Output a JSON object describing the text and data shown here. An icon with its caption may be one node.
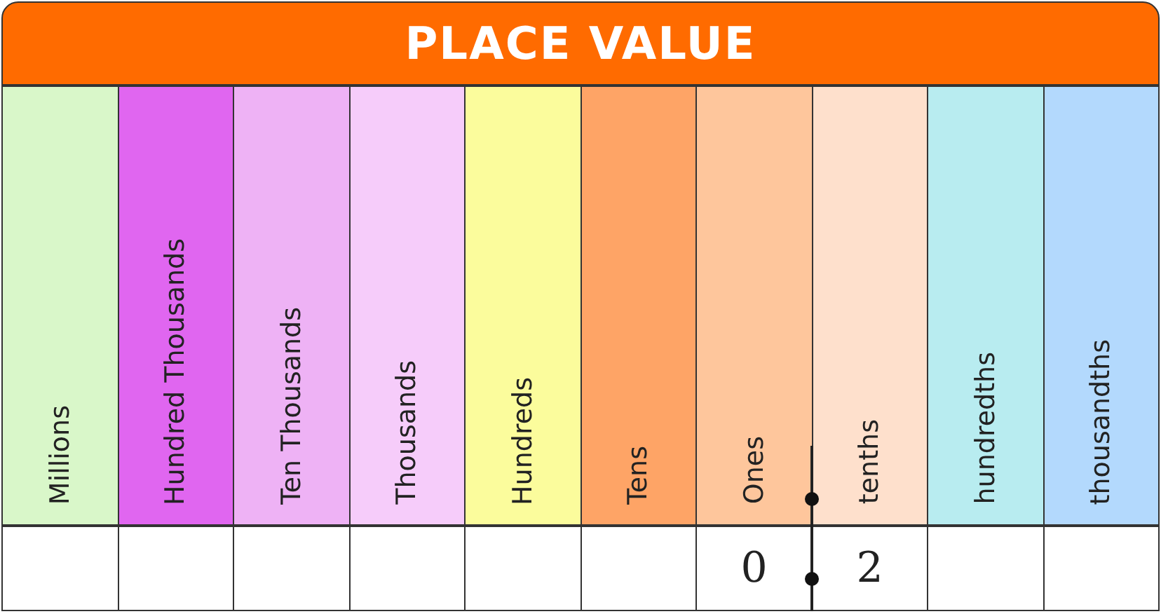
{
  "diagram": {
    "title": "PLACE VALUE",
    "labels": [
      "Millions",
      "Hundred Thousands",
      "Ten Thousands",
      "Thousands",
      "Hundreds",
      "Tens",
      "Ones",
      "tenths",
      "hundredths",
      "thousandths",
      "0",
      "2"
    ]
  }
}
